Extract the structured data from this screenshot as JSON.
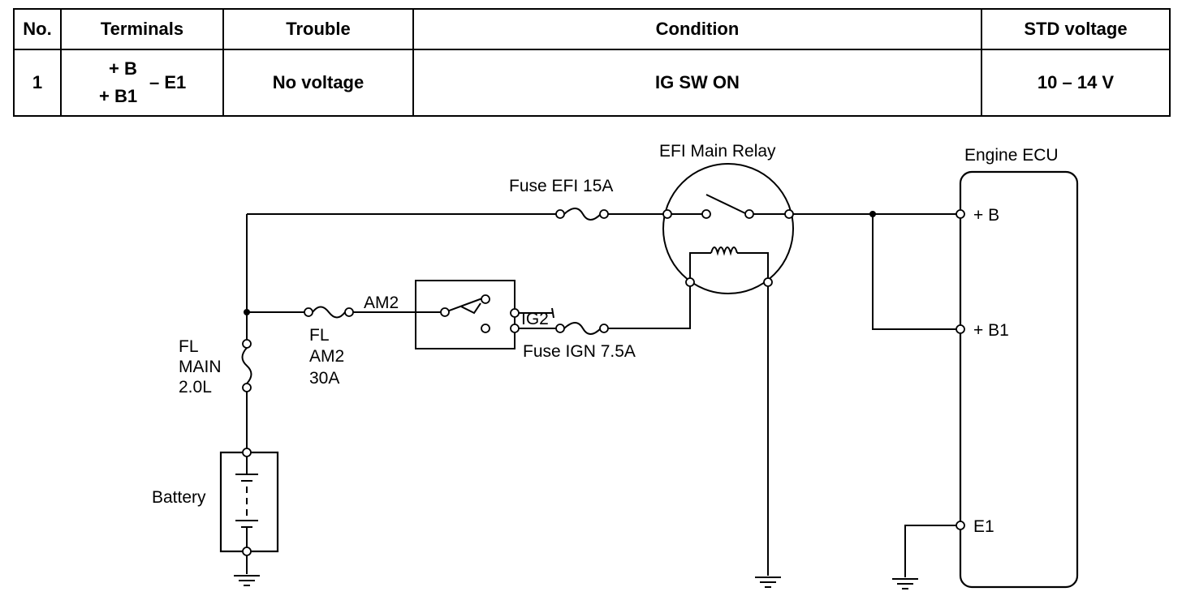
{
  "table": {
    "headers": [
      "No.",
      "Terminals",
      "Trouble",
      "Condition",
      "STD voltage"
    ],
    "rows": [
      {
        "no": "1",
        "terminals": {
          "top": "+ B",
          "bottom": "+ B1",
          "common": "– E1"
        },
        "trouble": "No voltage",
        "condition": "IG SW ON",
        "std_voltage": "10 – 14 V"
      }
    ]
  },
  "diagram": {
    "labels": {
      "efi_main_relay": "EFI Main Relay",
      "engine_ecu": "Engine ECU",
      "fuse_efi": "Fuse EFI 15A",
      "am2_wire": "AM2",
      "ig2": "IG2",
      "fuse_ign": "Fuse IGN 7.5A",
      "fl_main_1": "FL",
      "fl_main_2": "MAIN",
      "fl_main_3": "2.0L",
      "fl_am2_1": "FL",
      "fl_am2_2": "AM2",
      "fl_am2_3": "30A",
      "battery": "Battery",
      "ecu_b": "+ B",
      "ecu_b1": "+ B1",
      "ecu_e1": "E1"
    }
  }
}
